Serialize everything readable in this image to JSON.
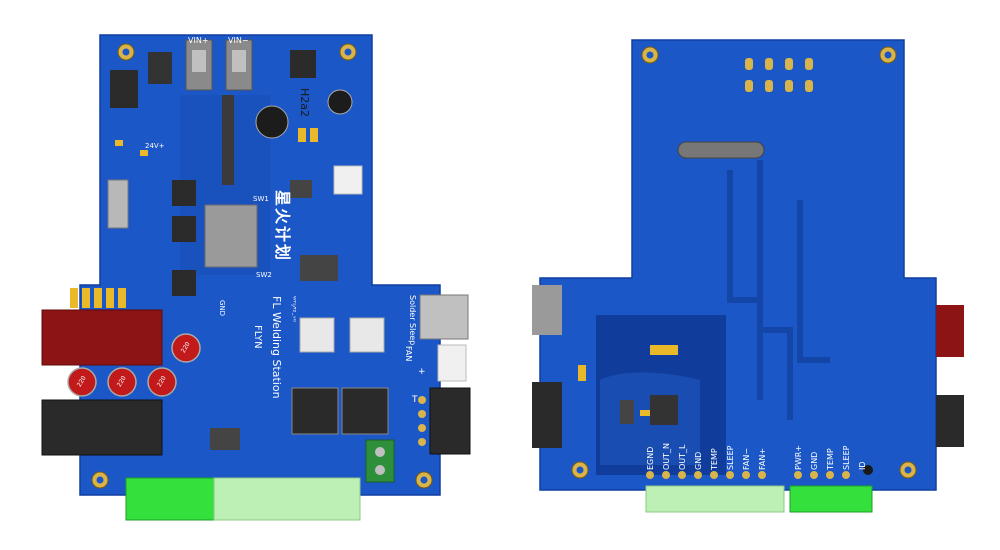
{
  "front": {
    "vin_plus": "VIN+",
    "vin_minus": "VIN−",
    "v24": "24V+",
    "sw1": "SW1",
    "sw2": "SW2",
    "logo_text": "星火计划",
    "h2a2": "H2a2",
    "fl_welding": "FL Welding Station",
    "flyn": "FLYN",
    "version": "ᵂᵀˢ⁄ᵀ²₋ᵛ⁰",
    "solder_sleep": "Solder Sleep",
    "fan": "FAN",
    "fan_sign": "+",
    "t_label": "T",
    "gnd_label": "GND",
    "cap1": "220",
    "cap2": "220",
    "cap3": "220",
    "cap4": "220"
  },
  "back": {
    "pin_labels": [
      "EGND",
      "OUT_N",
      "OUT_L",
      "GND",
      "TEMP",
      "SLEEP",
      "FAN−",
      "FAN+",
      "PWR+",
      "GND",
      "TEMP",
      "SLEEP",
      "ID"
    ]
  },
  "colors": {
    "board": "#1b57c6",
    "board_dark": "#0f3f9f",
    "copper_pad": "#d9b44a",
    "connector_green": "#33e03c",
    "connector_pale": "#bdf0b4",
    "jack_red": "#8d1414",
    "jack_black": "#2a2a2a"
  }
}
